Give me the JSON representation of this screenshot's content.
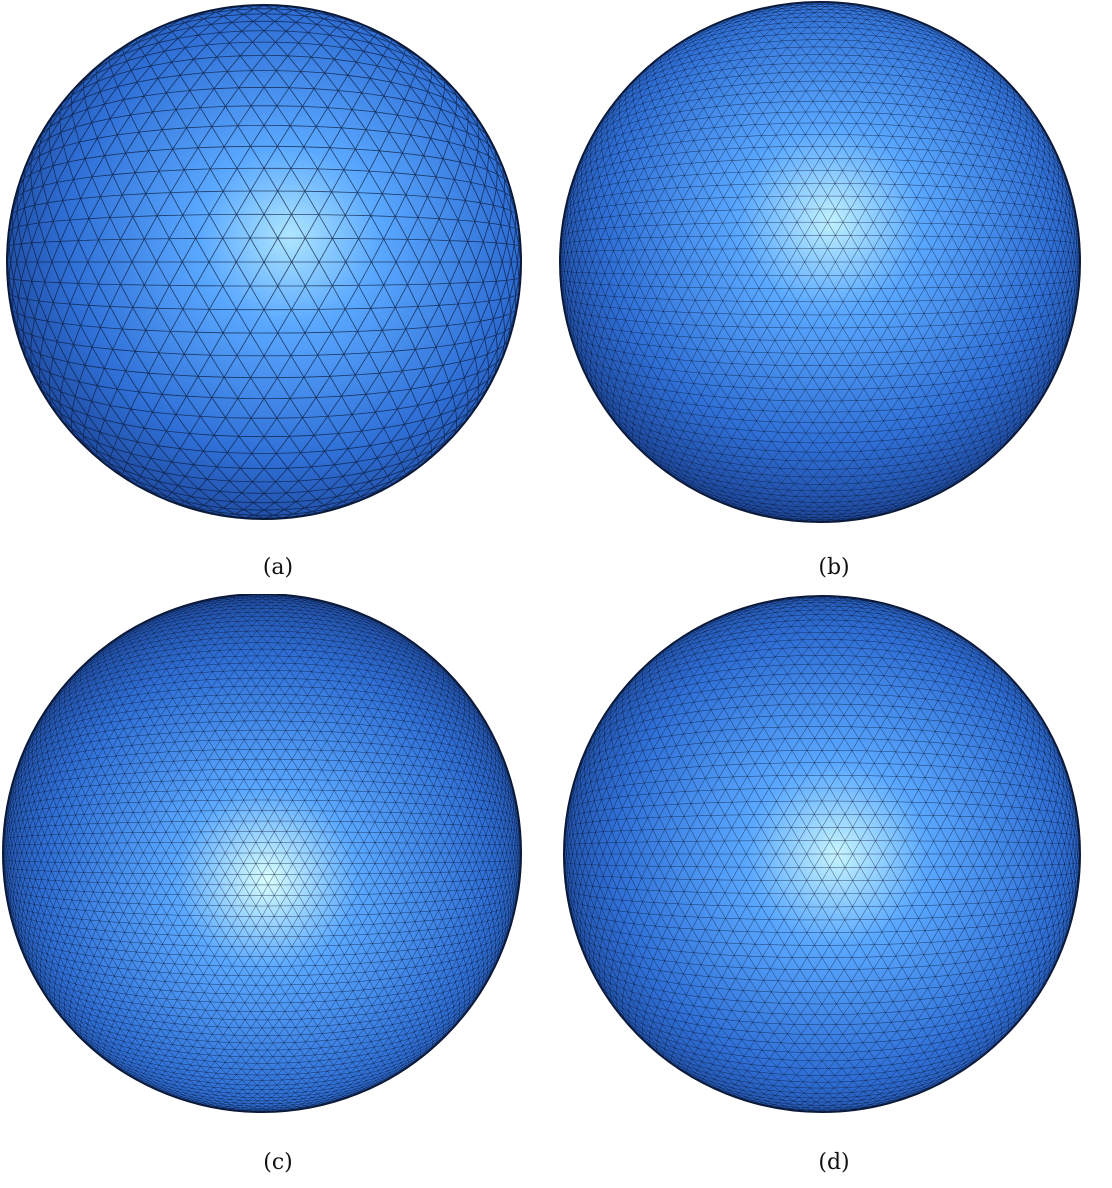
{
  "figure": {
    "panels": [
      {
        "id": "a",
        "caption": "(a)",
        "mesh_density": "coarse",
        "highlight": "#aee6ff",
        "base": "#2f6fd6"
      },
      {
        "id": "b",
        "caption": "(b)",
        "mesh_density": "fine",
        "highlight": "#bff0ff",
        "base": "#2f6fd6"
      },
      {
        "id": "c",
        "caption": "(c)",
        "mesh_density": "very-fine",
        "highlight": "#d9ffff",
        "base": "#2f6fd6"
      },
      {
        "id": "d",
        "caption": "(d)",
        "mesh_density": "fine",
        "highlight": "#c7f5ff",
        "base": "#2f6fd6"
      }
    ]
  }
}
